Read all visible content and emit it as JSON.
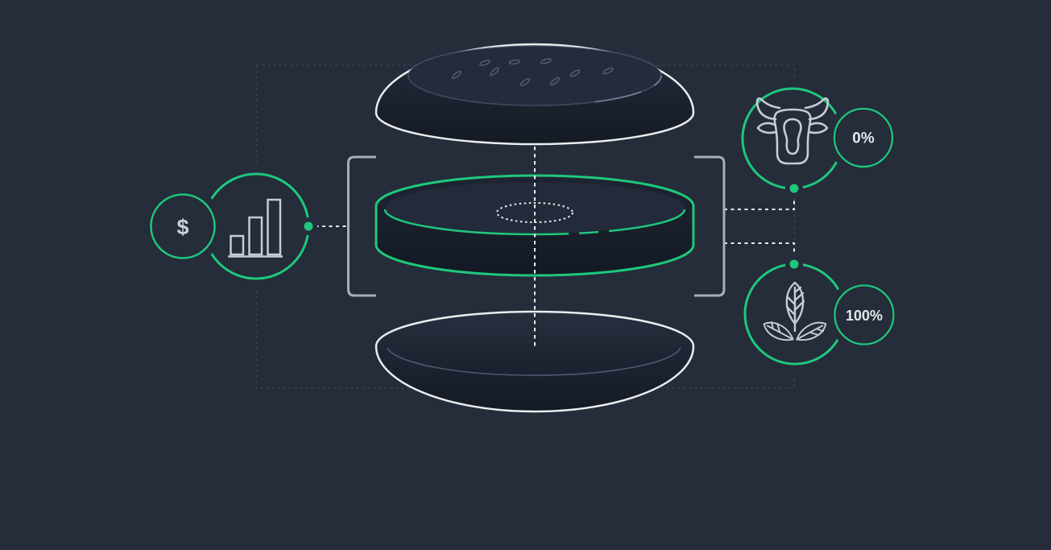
{
  "canvas": {
    "background": "#252c3a",
    "accent_green": "#1ec87c",
    "outline_white": "#ebedef",
    "icon_gray": "#c7ccd4",
    "bracket_gray": "#a9aeb7",
    "faint_guide": "#3b4252"
  },
  "badges": {
    "dollar": {
      "symbol": "$",
      "icon": "bar-chart-icon"
    },
    "cattle": {
      "icon": "cow-icon",
      "value": "0%"
    },
    "plant": {
      "icon": "plant-leaves-icon",
      "value": "100%"
    }
  },
  "burger": {
    "layers": [
      "top-bun",
      "patty",
      "bottom-bun"
    ],
    "seed_count": 9
  }
}
